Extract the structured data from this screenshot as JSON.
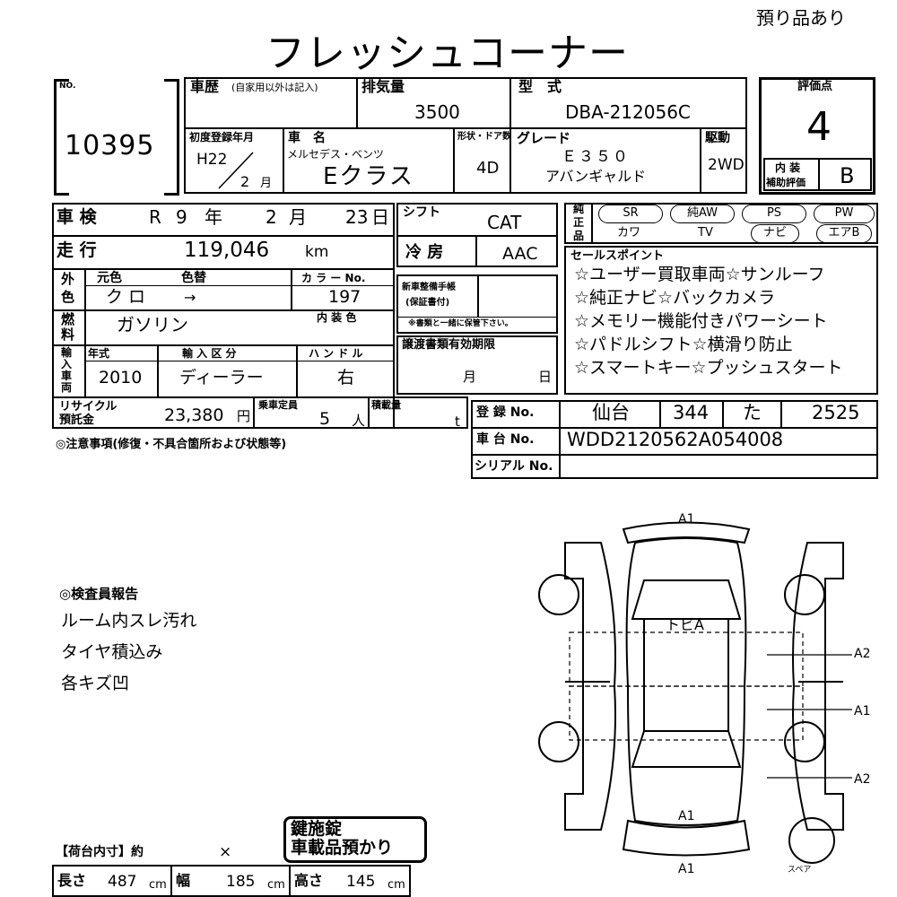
{
  "top_note": "預り品あり",
  "title": "フレッシュコーナー",
  "lot": {
    "label": "NO.",
    "value": "10395"
  },
  "history": {
    "label": "車歴",
    "sub": "(自家用以外は記入)"
  },
  "displacement": {
    "label": "排気量",
    "value": "3500"
  },
  "model": {
    "label": "型　式",
    "value": "DBA-212056C"
  },
  "score": {
    "label": "評価点",
    "value": "4"
  },
  "first_reg": {
    "label": "初度登録年月",
    "era_year": "H22",
    "month": "2",
    "month_unit": "月"
  },
  "car_name": {
    "label": "車　名",
    "maker": "メルセデス・ベンツ",
    "name": "Eクラス"
  },
  "body": {
    "label": "形状・ドア数",
    "value": "4D"
  },
  "grade": {
    "label": "グレード",
    "line1": "Ｅ３５０",
    "line2": "アバンギャルド"
  },
  "drive": {
    "label": "駆動",
    "value": "2WD"
  },
  "interior_score": {
    "label1": "内 装",
    "label2": "補助評価",
    "value": "B"
  },
  "inspection": {
    "label": "車 検",
    "era": "R",
    "year": "9",
    "year_unit": "年",
    "month": "2",
    "month_unit": "月",
    "day": "23",
    "day_unit": "日"
  },
  "shift": {
    "label": "シフト",
    "value": "CAT"
  },
  "mileage": {
    "label": "走 行",
    "value": "119,046",
    "unit": "km"
  },
  "aircon": {
    "label": "冷 房",
    "value": "AAC"
  },
  "color": {
    "label1": "外",
    "label2": "色",
    "orig_label": "元色",
    "change_label": "色替",
    "orig": "クロ",
    "change": "→",
    "code_label": "カ ラ ー No.",
    "code": "197"
  },
  "fuel": {
    "label1": "燃",
    "label2": "料",
    "value": "ガソリン",
    "interior_color_label": "内 装 色"
  },
  "warranty": {
    "label1": "新車整備手帳",
    "label2": "(保証書付)",
    "note": "※書類と一緒に保管下さい。"
  },
  "import": {
    "label1": "輸",
    "label2": "入",
    "label3": "車",
    "label4": "両",
    "year_label": "年式",
    "year": "2010",
    "type_label": "輸 入 区 分",
    "type": "ディーラー",
    "handle_label": "ハ ン ド ル",
    "handle": "右"
  },
  "transfer": {
    "label": "譲渡書類有効期限",
    "month": "月",
    "day": "日"
  },
  "recycle": {
    "label1": "リサイクル",
    "label2": "預託金",
    "value": "23,380",
    "unit": "円"
  },
  "capacity": {
    "label": "乗車定員",
    "value": "5",
    "unit": "人"
  },
  "load": {
    "label": "積載量",
    "unit": "t"
  },
  "equipment": {
    "label1": "純",
    "label2": "正",
    "label3": "品",
    "row1": [
      "SR",
      "純AW",
      "PS",
      "PW"
    ],
    "row2": [
      "カワ",
      "TV",
      "ナビ",
      "エアB"
    ]
  },
  "sales_points": {
    "label": "セールスポイント",
    "lines": [
      "☆ユーザー買取車両☆サンルーフ",
      "☆純正ナビ☆バックカメラ",
      "☆メモリー機能付きパワーシート",
      "☆パドルシフト☆横滑り防止",
      "☆スマートキー☆プッシュスタート"
    ]
  },
  "registration": {
    "label": "登 録 No.",
    "area": "仙台",
    "class": "344",
    "kana": "た",
    "number": "2525"
  },
  "chassis": {
    "label": "車 台 No.",
    "value": "WDD2120562A054008"
  },
  "serial": {
    "label": "シリアル No.",
    "value": ""
  },
  "caution": {
    "label": "◎注意事項(修復・不具合箇所および状態等)"
  },
  "inspector": {
    "label": "◎検査員報告",
    "lines": [
      "ルーム内スレ汚れ",
      "タイヤ積込み",
      "各キズ凹"
    ]
  },
  "diagram": {
    "roof": "トビA",
    "front": "A1",
    "rear_top": "A1",
    "rear": "A1",
    "right_front": "A2",
    "right_mid": "A1",
    "right_rear": "A2",
    "spare": "スペア"
  },
  "stamp": {
    "line1": "鍵施錠",
    "line2": "車載品預かり"
  },
  "cargo": {
    "label": "【荷台内寸】約",
    "x": "×"
  },
  "dims": {
    "length_label": "長さ",
    "length": "487",
    "width_label": "幅",
    "width": "185",
    "height_label": "高さ",
    "height": "145",
    "unit": "cm"
  }
}
